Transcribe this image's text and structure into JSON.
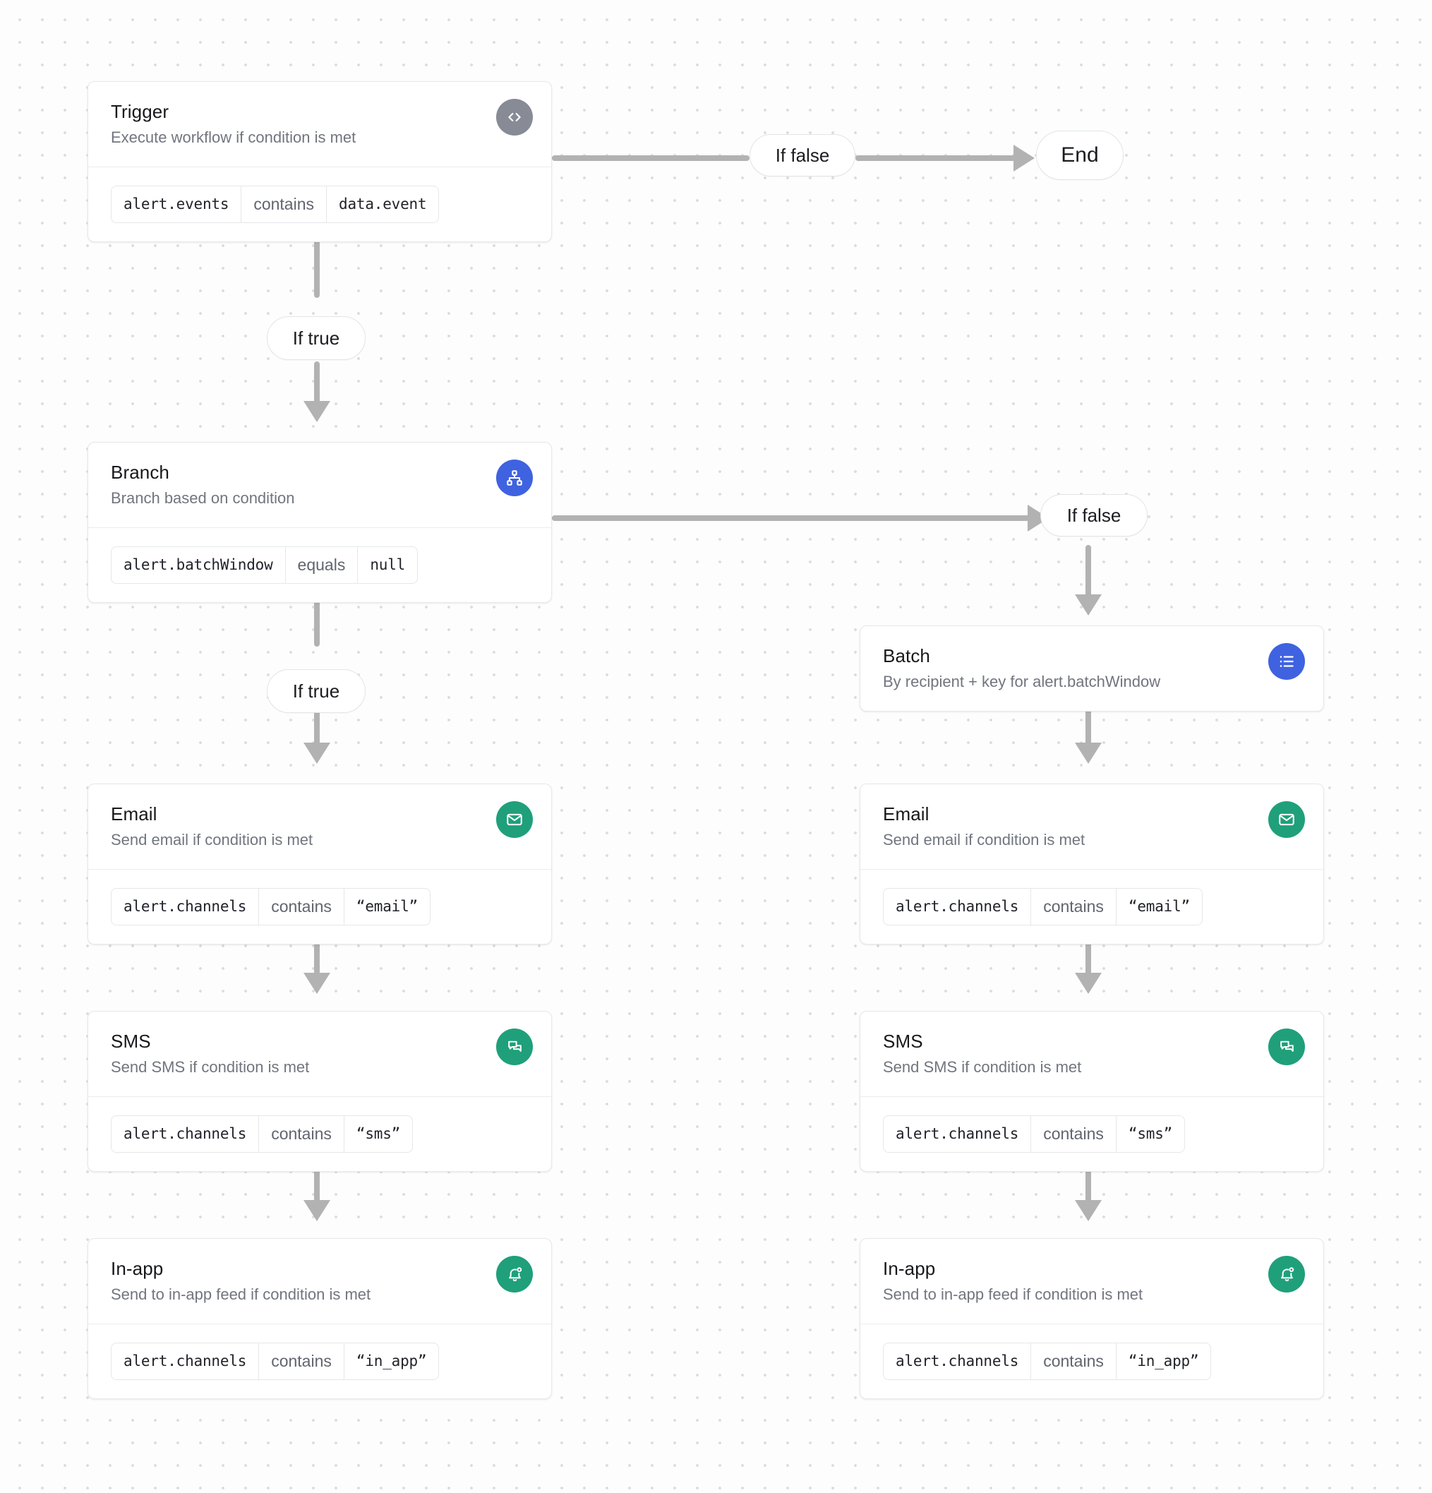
{
  "canvas": {
    "grid_dot_color": "#dcdee1",
    "background": "#fdfdfd"
  },
  "palette": {
    "trigger_icon_bg": "#868b95",
    "branch_icon_bg": "#3f62e0",
    "batch_icon_bg": "#3f62e0",
    "channel_icon_bg": "#1fa07a",
    "connector": "#b2b2b2",
    "card_border": "#e7e8ea",
    "title_text": "#17181b",
    "sub_text": "#71757e"
  },
  "nodes": {
    "trigger": {
      "title": "Trigger",
      "subtitle": "Execute workflow if condition is met",
      "icon": "code-brackets-icon",
      "condition": {
        "field": "alert.events",
        "operator": "contains",
        "value": "data.event"
      }
    },
    "branch": {
      "title": "Branch",
      "subtitle": "Branch based on condition",
      "icon": "sitemap-icon",
      "condition": {
        "field": "alert.batchWindow",
        "operator": "equals",
        "value": "null"
      }
    },
    "batch": {
      "title": "Batch",
      "subtitle": "By recipient + key for alert.batchWindow",
      "icon": "list-icon"
    },
    "email_left": {
      "title": "Email",
      "subtitle": "Send email if condition is met",
      "icon": "envelope-icon",
      "condition": {
        "field": "alert.channels",
        "operator": "contains",
        "value": "“email”"
      }
    },
    "sms_left": {
      "title": "SMS",
      "subtitle": "Send SMS if condition is met",
      "icon": "chat-bubbles-icon",
      "condition": {
        "field": "alert.channels",
        "operator": "contains",
        "value": "“sms”"
      }
    },
    "inapp_left": {
      "title": "In-app",
      "subtitle": "Send to in-app feed if condition is met",
      "icon": "bell-dot-icon",
      "condition": {
        "field": "alert.channels",
        "operator": "contains",
        "value": "“in_app”"
      }
    },
    "email_right": {
      "title": "Email",
      "subtitle": "Send email if condition is met",
      "icon": "envelope-icon",
      "condition": {
        "field": "alert.channels",
        "operator": "contains",
        "value": "“email”"
      }
    },
    "sms_right": {
      "title": "SMS",
      "subtitle": "Send SMS if condition is met",
      "icon": "chat-bubbles-icon",
      "condition": {
        "field": "alert.channels",
        "operator": "contains",
        "value": "“sms”"
      }
    },
    "inapp_right": {
      "title": "In-app",
      "subtitle": "Send to in-app feed if condition is met",
      "icon": "bell-dot-icon",
      "condition": {
        "field": "alert.channels",
        "operator": "contains",
        "value": "“in_app”"
      }
    }
  },
  "edges": {
    "trigger_false": "If false",
    "trigger_true": "If true",
    "branch_false": "If false",
    "branch_true": "If true",
    "end": "End"
  }
}
